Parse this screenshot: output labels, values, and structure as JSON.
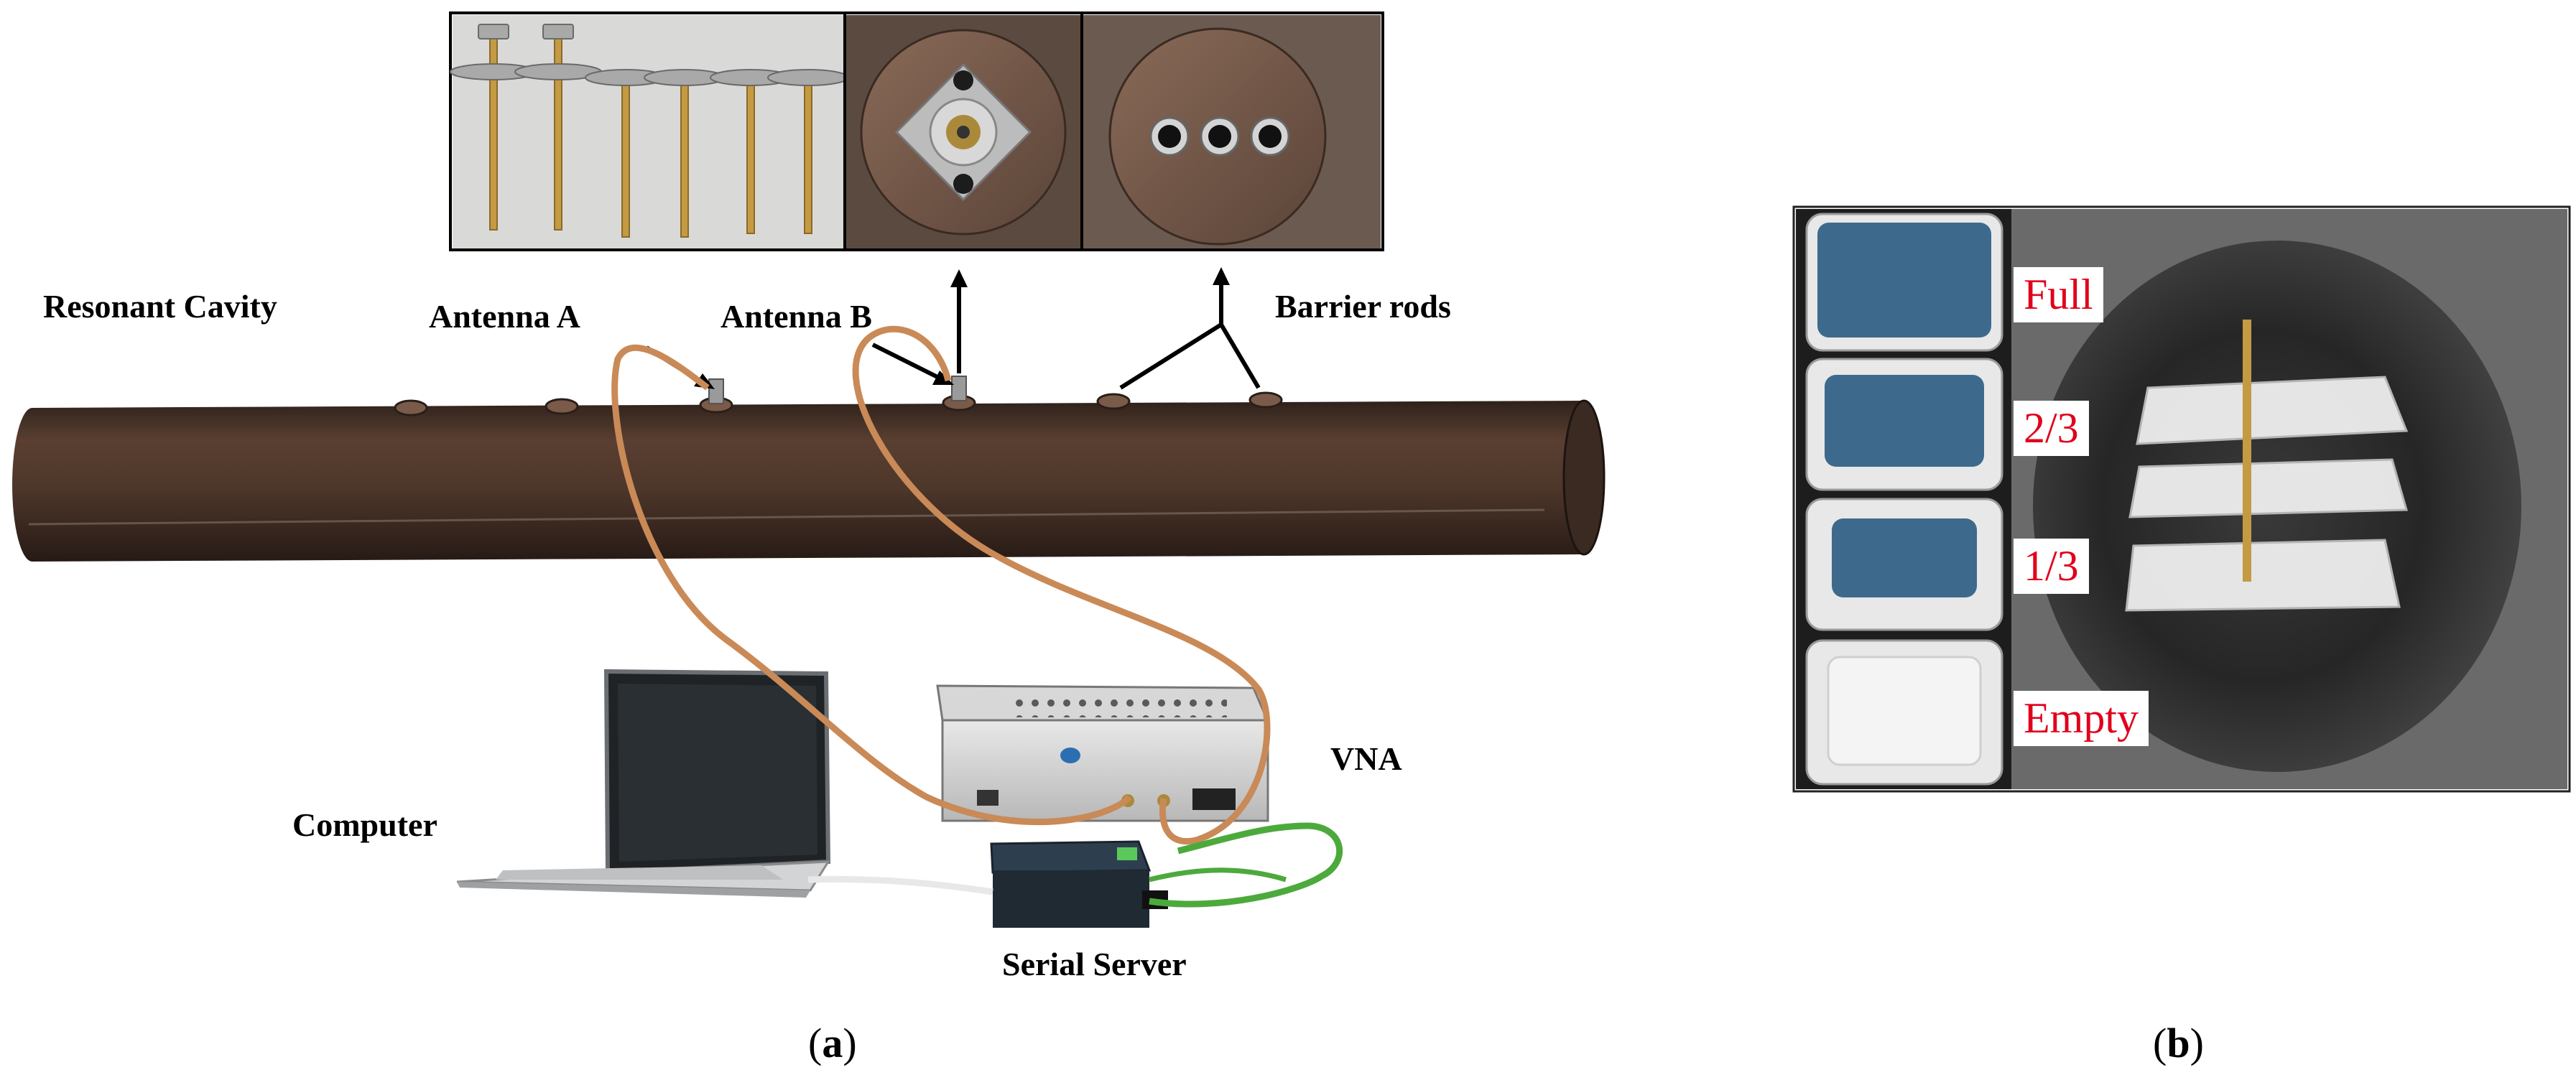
{
  "labels": {
    "resonant_cavity": "Resonant Cavity",
    "antenna_a": "Antenna A",
    "antenna_b": "Antenna B",
    "barrier_rods": "Barrier rods",
    "vna": "VNA",
    "computer": "Computer",
    "serial_server": "Serial Server"
  },
  "captions": {
    "a_open": "(",
    "a_letter": "a",
    "a_close": ")",
    "b_open": "(",
    "b_letter": "b",
    "b_close": ")"
  },
  "fill_levels": [
    "Full",
    "2/3",
    "1/3",
    "Empty"
  ],
  "colors": {
    "pipe": "#4a3328",
    "cable": "#c98a57",
    "ethernet": "#4caa3c",
    "level_text": "#e0001b",
    "granules": "#3d6a8c"
  }
}
